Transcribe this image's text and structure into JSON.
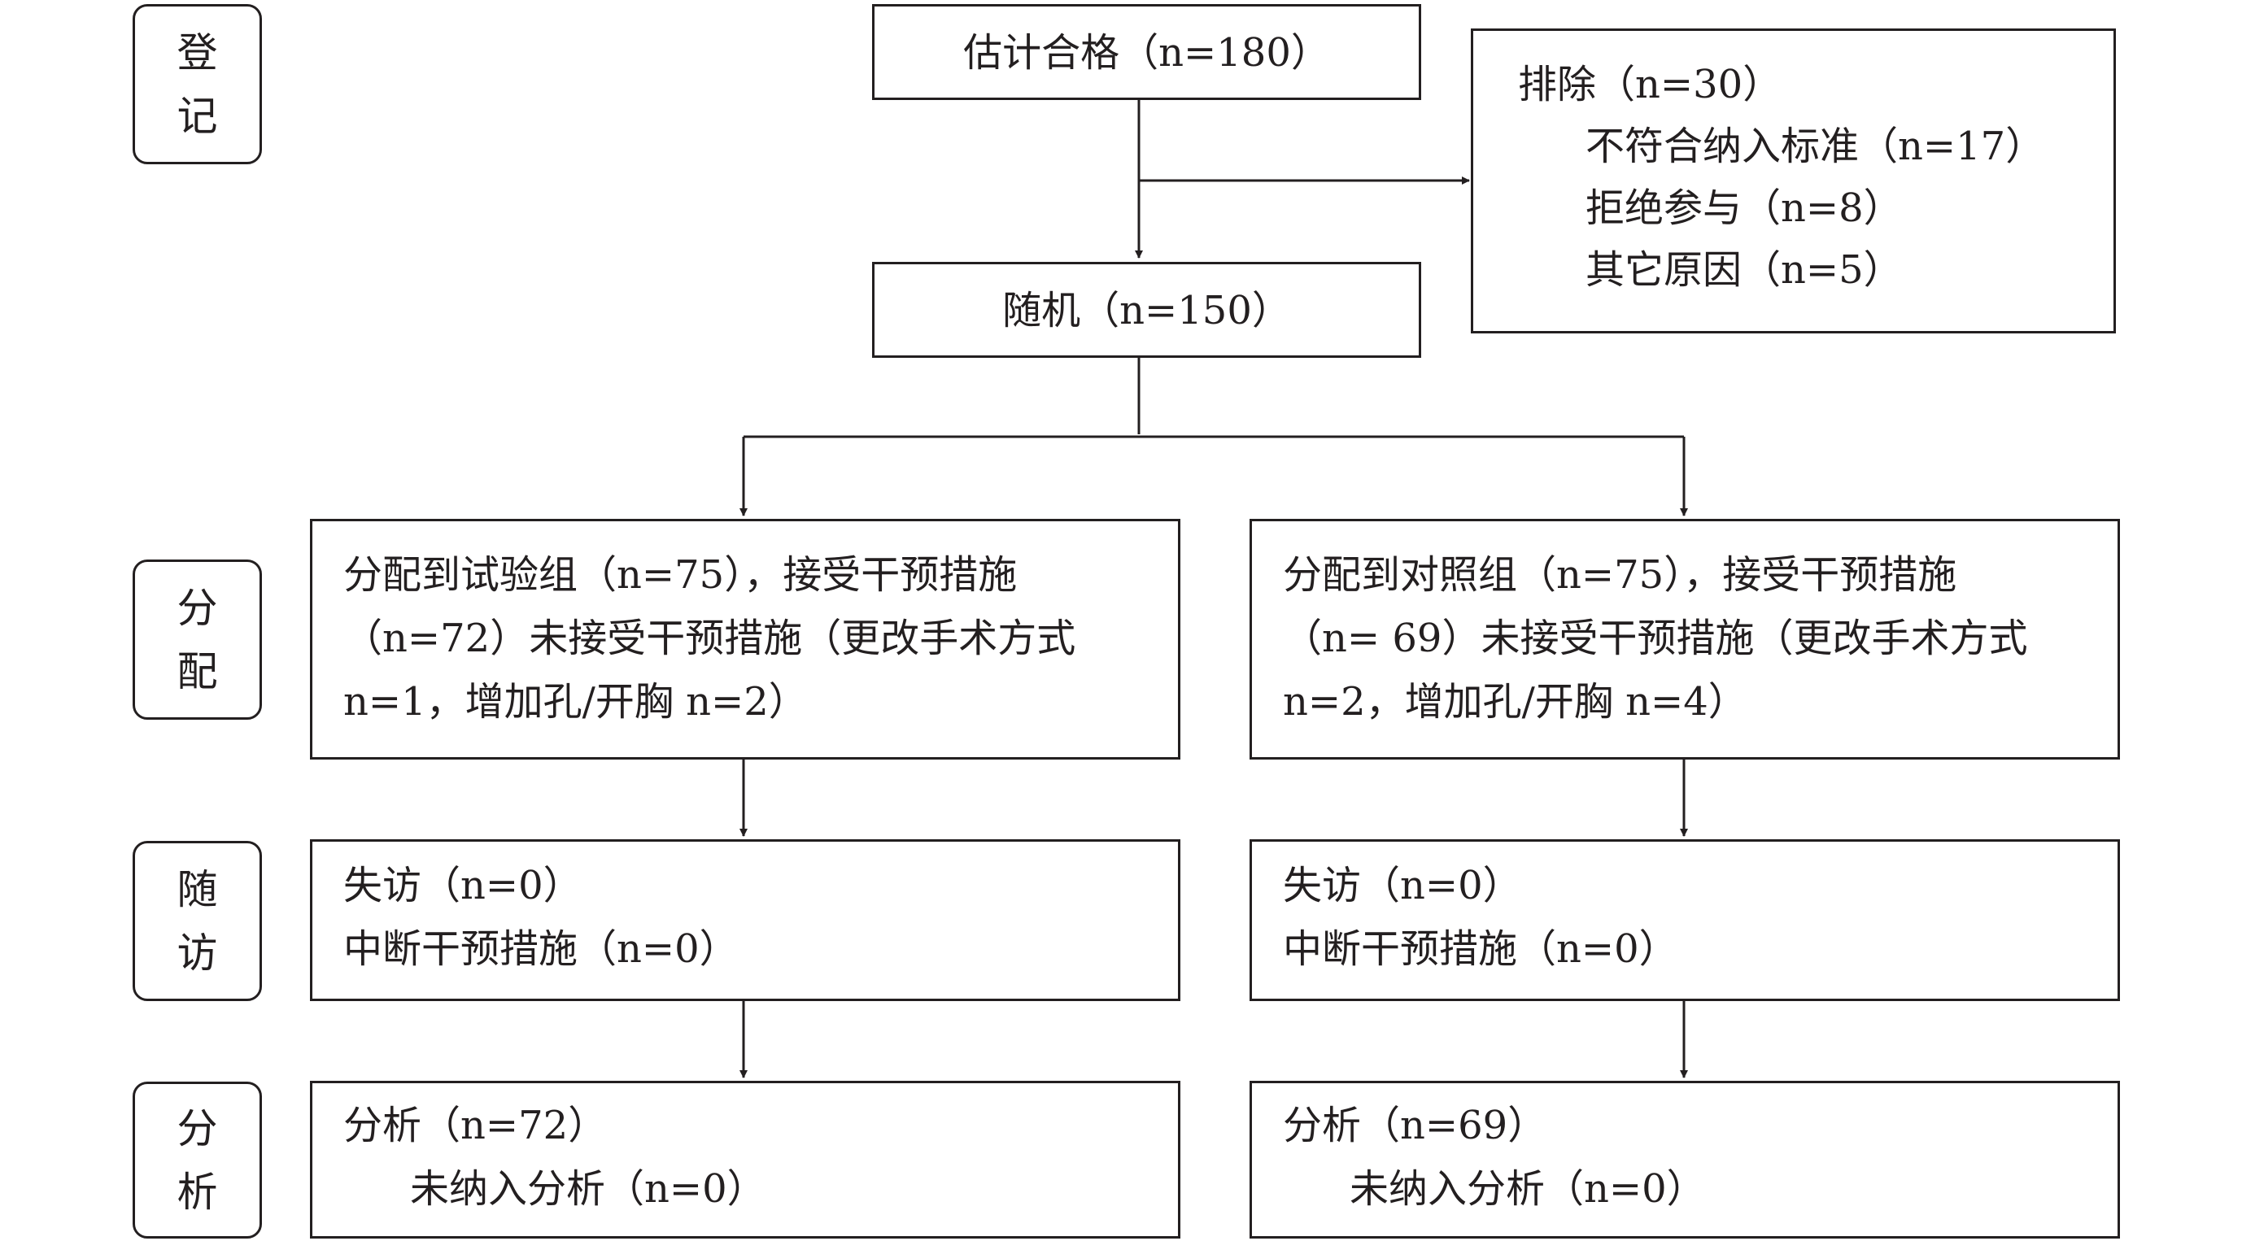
{
  "stages": {
    "enrollment": [
      "登",
      "记"
    ],
    "allocation": [
      "分",
      "配"
    ],
    "followup": [
      "随",
      "访"
    ],
    "analysis": [
      "分",
      "析"
    ]
  },
  "enrollment": {
    "assessed": "估计合格（n=180）",
    "excluded_title": "排除（n=30）",
    "excluded_reasons": [
      "不符合纳入标准（n=17）",
      "拒绝参与（n=8）",
      "其它原因（n=5）"
    ],
    "randomized": "随机（n=150）"
  },
  "arms": {
    "experimental": {
      "allocation_lines": [
        "分配到试验组（n=75），接受干预措施",
        "（n=72）未接受干预措施（更改手术方式",
        "n=1，增加孔/开胸 n=2）"
      ],
      "followup_lines": [
        "失访（n=0）",
        "中断干预措施（n=0）"
      ],
      "analysis_lines": [
        "分析（n=72）",
        "未纳入分析（n=0）"
      ]
    },
    "control": {
      "allocation_lines": [
        "分配到对照组（n=75），接受干预措施",
        "（n= 69）未接受干预措施（更改手术方式",
        "n=2，增加孔/开胸 n=4）"
      ],
      "followup_lines": [
        "失访（n=0）",
        "中断干预措施（n=0）"
      ],
      "analysis_lines": [
        "分析（n=69）",
        "未纳入分析（n=0）"
      ]
    }
  },
  "colors": {
    "stroke": "#231f20",
    "background": "#ffffff"
  }
}
